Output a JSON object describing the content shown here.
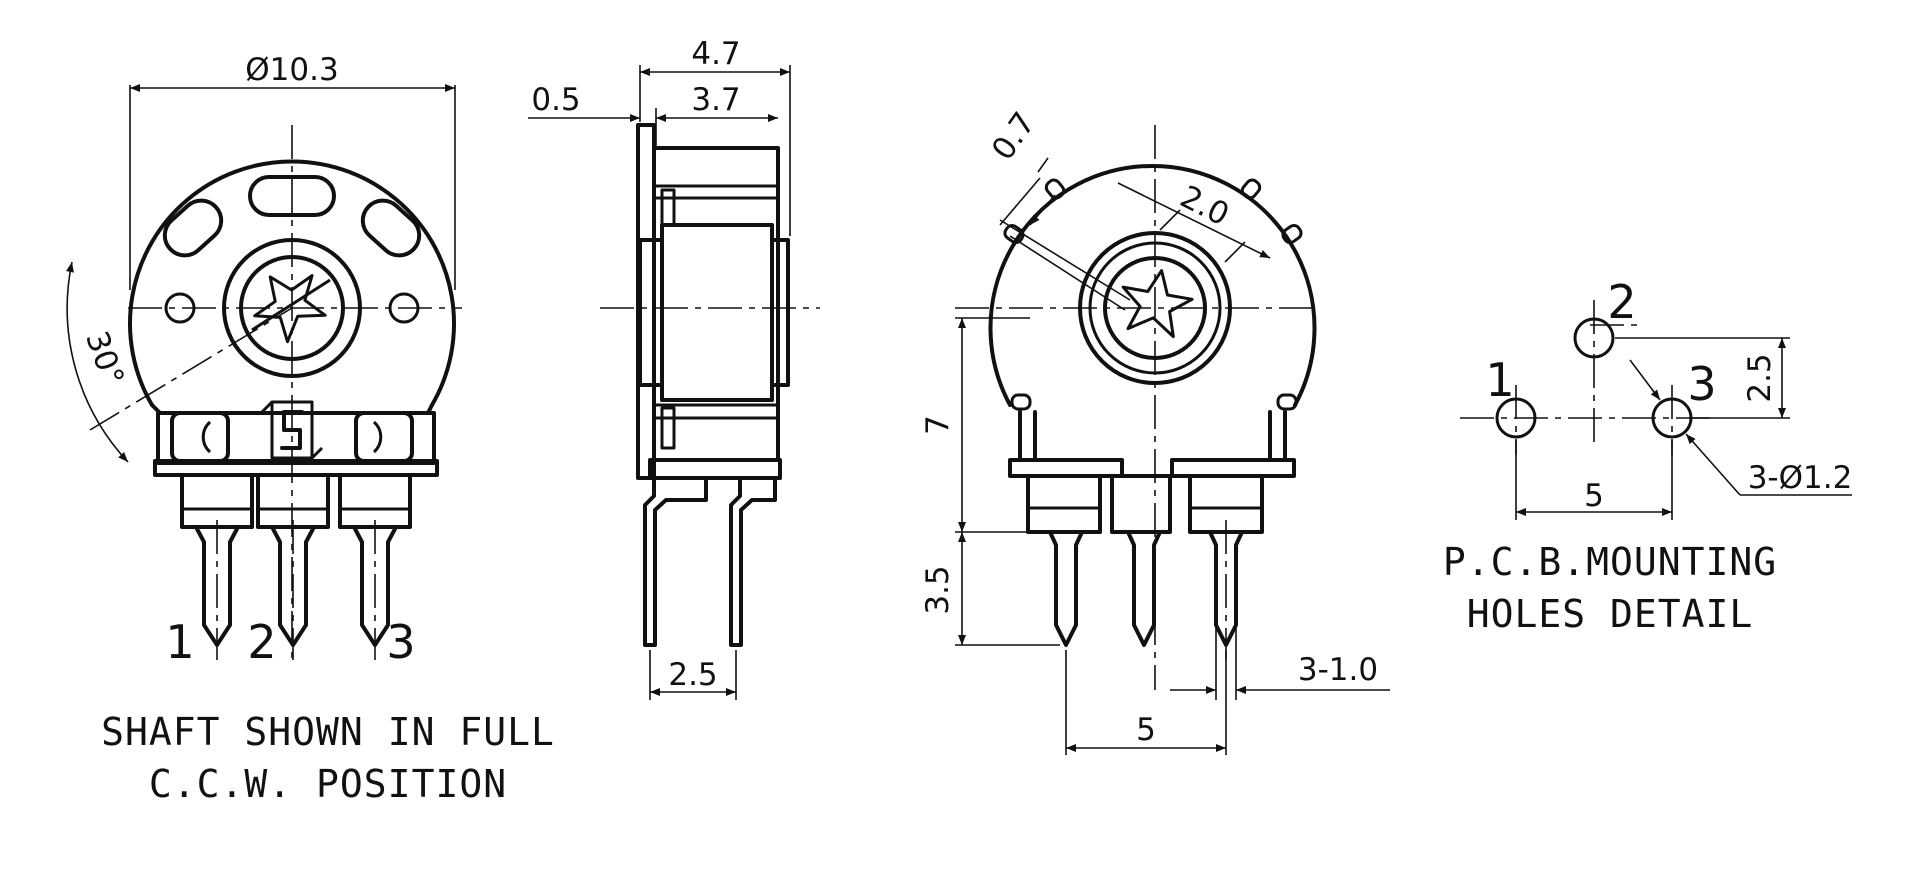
{
  "front_view": {
    "dim_diameter": "Ø10.3",
    "dim_angle": "30°",
    "pin_1": "1",
    "pin_2": "2",
    "pin_3": "3",
    "note_line1": "SHAFT SHOWN IN FULL",
    "note_line2": "C.C.W. POSITION"
  },
  "side_view": {
    "dim_total_width": "4.7",
    "dim_body_width": "3.7",
    "dim_flange": "0.5",
    "dim_pin_spacing": "2.5"
  },
  "rear_view": {
    "dim_slot_width": "0.7",
    "dim_slot_spacing": "2.0",
    "dim_height": "7",
    "dim_pin_length": "3.5",
    "dim_pin_width": "3-1.0",
    "dim_pin_pitch": "5"
  },
  "pcb_detail": {
    "hole_1": "1",
    "hole_2": "2",
    "hole_3": "3",
    "dim_vertical": "2.5",
    "dim_horizontal": "5",
    "dim_hole_diameter": "3-Ø1.2",
    "title_line1": "P.C.B.MOUNTING",
    "title_line2": "HOLES DETAIL"
  }
}
